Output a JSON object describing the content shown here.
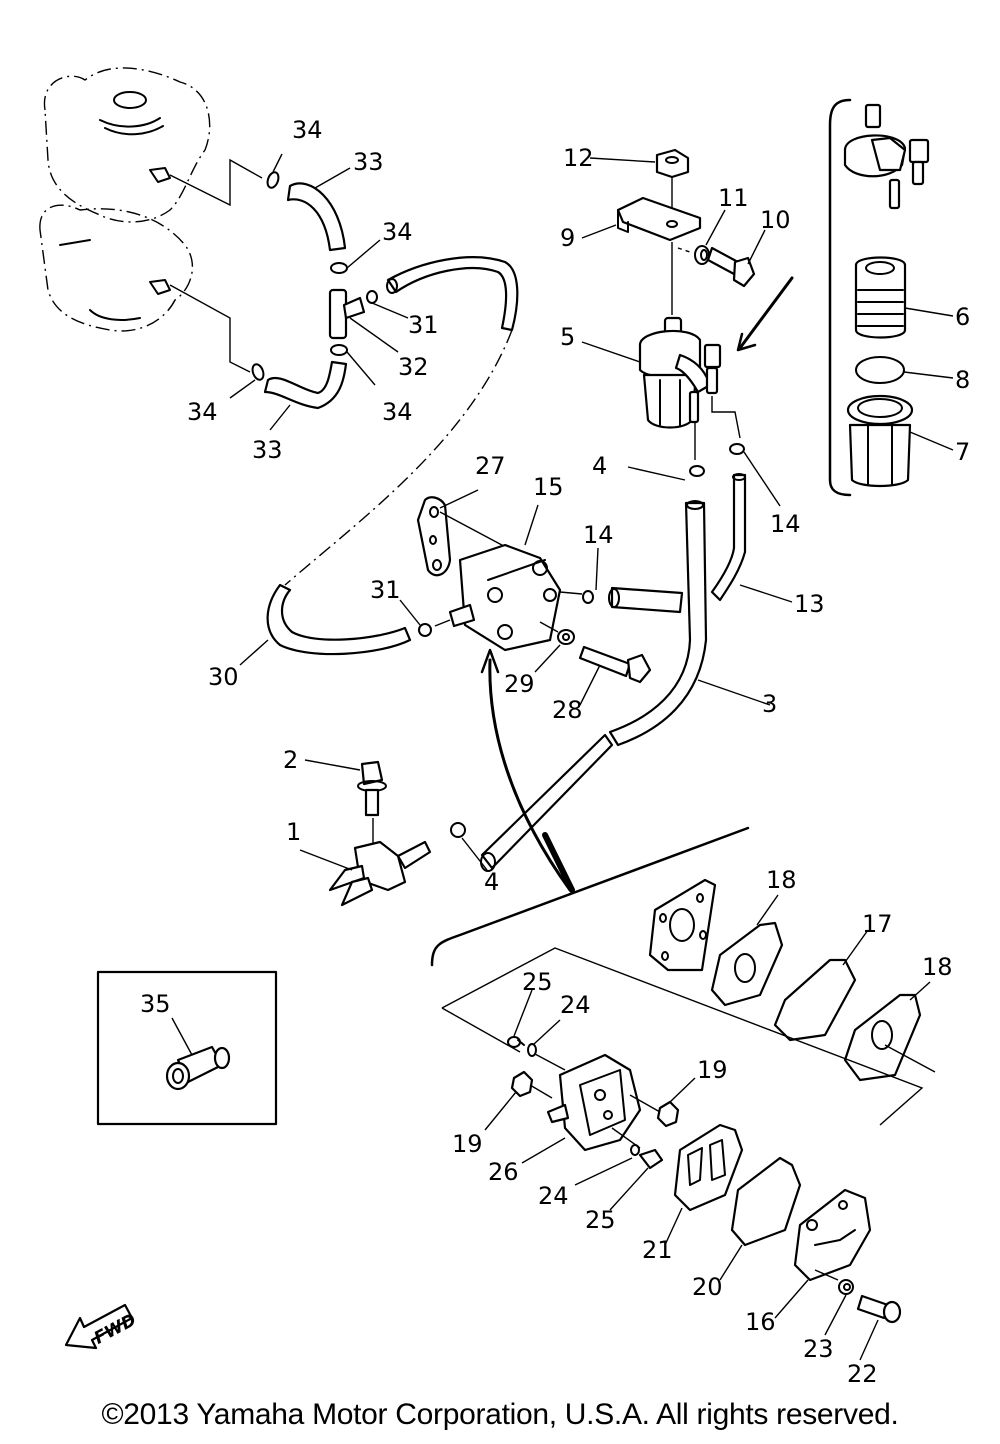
{
  "diagram": {
    "title": "Fuel system parts diagram",
    "callouts": {
      "c1": "1",
      "c2": "2",
      "c3": "3",
      "c4a": "4",
      "c4b": "4",
      "c5": "5",
      "c6": "6",
      "c7": "7",
      "c8": "8",
      "c9": "9",
      "c10": "10",
      "c11": "11",
      "c12": "12",
      "c13": "13",
      "c14a": "14",
      "c14b": "14",
      "c15": "15",
      "c16": "16",
      "c17": "17",
      "c18a": "18",
      "c18b": "18",
      "c19a": "19",
      "c19b": "19",
      "c20": "20",
      "c21": "21",
      "c22": "22",
      "c23": "23",
      "c24a": "24",
      "c24b": "24",
      "c25a": "25",
      "c25b": "25",
      "c26": "26",
      "c27": "27",
      "c28": "28",
      "c29": "29",
      "c30": "30",
      "c31a": "31",
      "c31b": "31",
      "c32": "32",
      "c33a": "33",
      "c33b": "33",
      "c34a": "34",
      "c34b": "34",
      "c34c": "34",
      "c34d": "34",
      "c35": "35"
    },
    "fwd_label": "FWD"
  },
  "footer": {
    "copyright": "©2013 Yamaha Motor Corporation, U.S.A. All rights reserved."
  }
}
